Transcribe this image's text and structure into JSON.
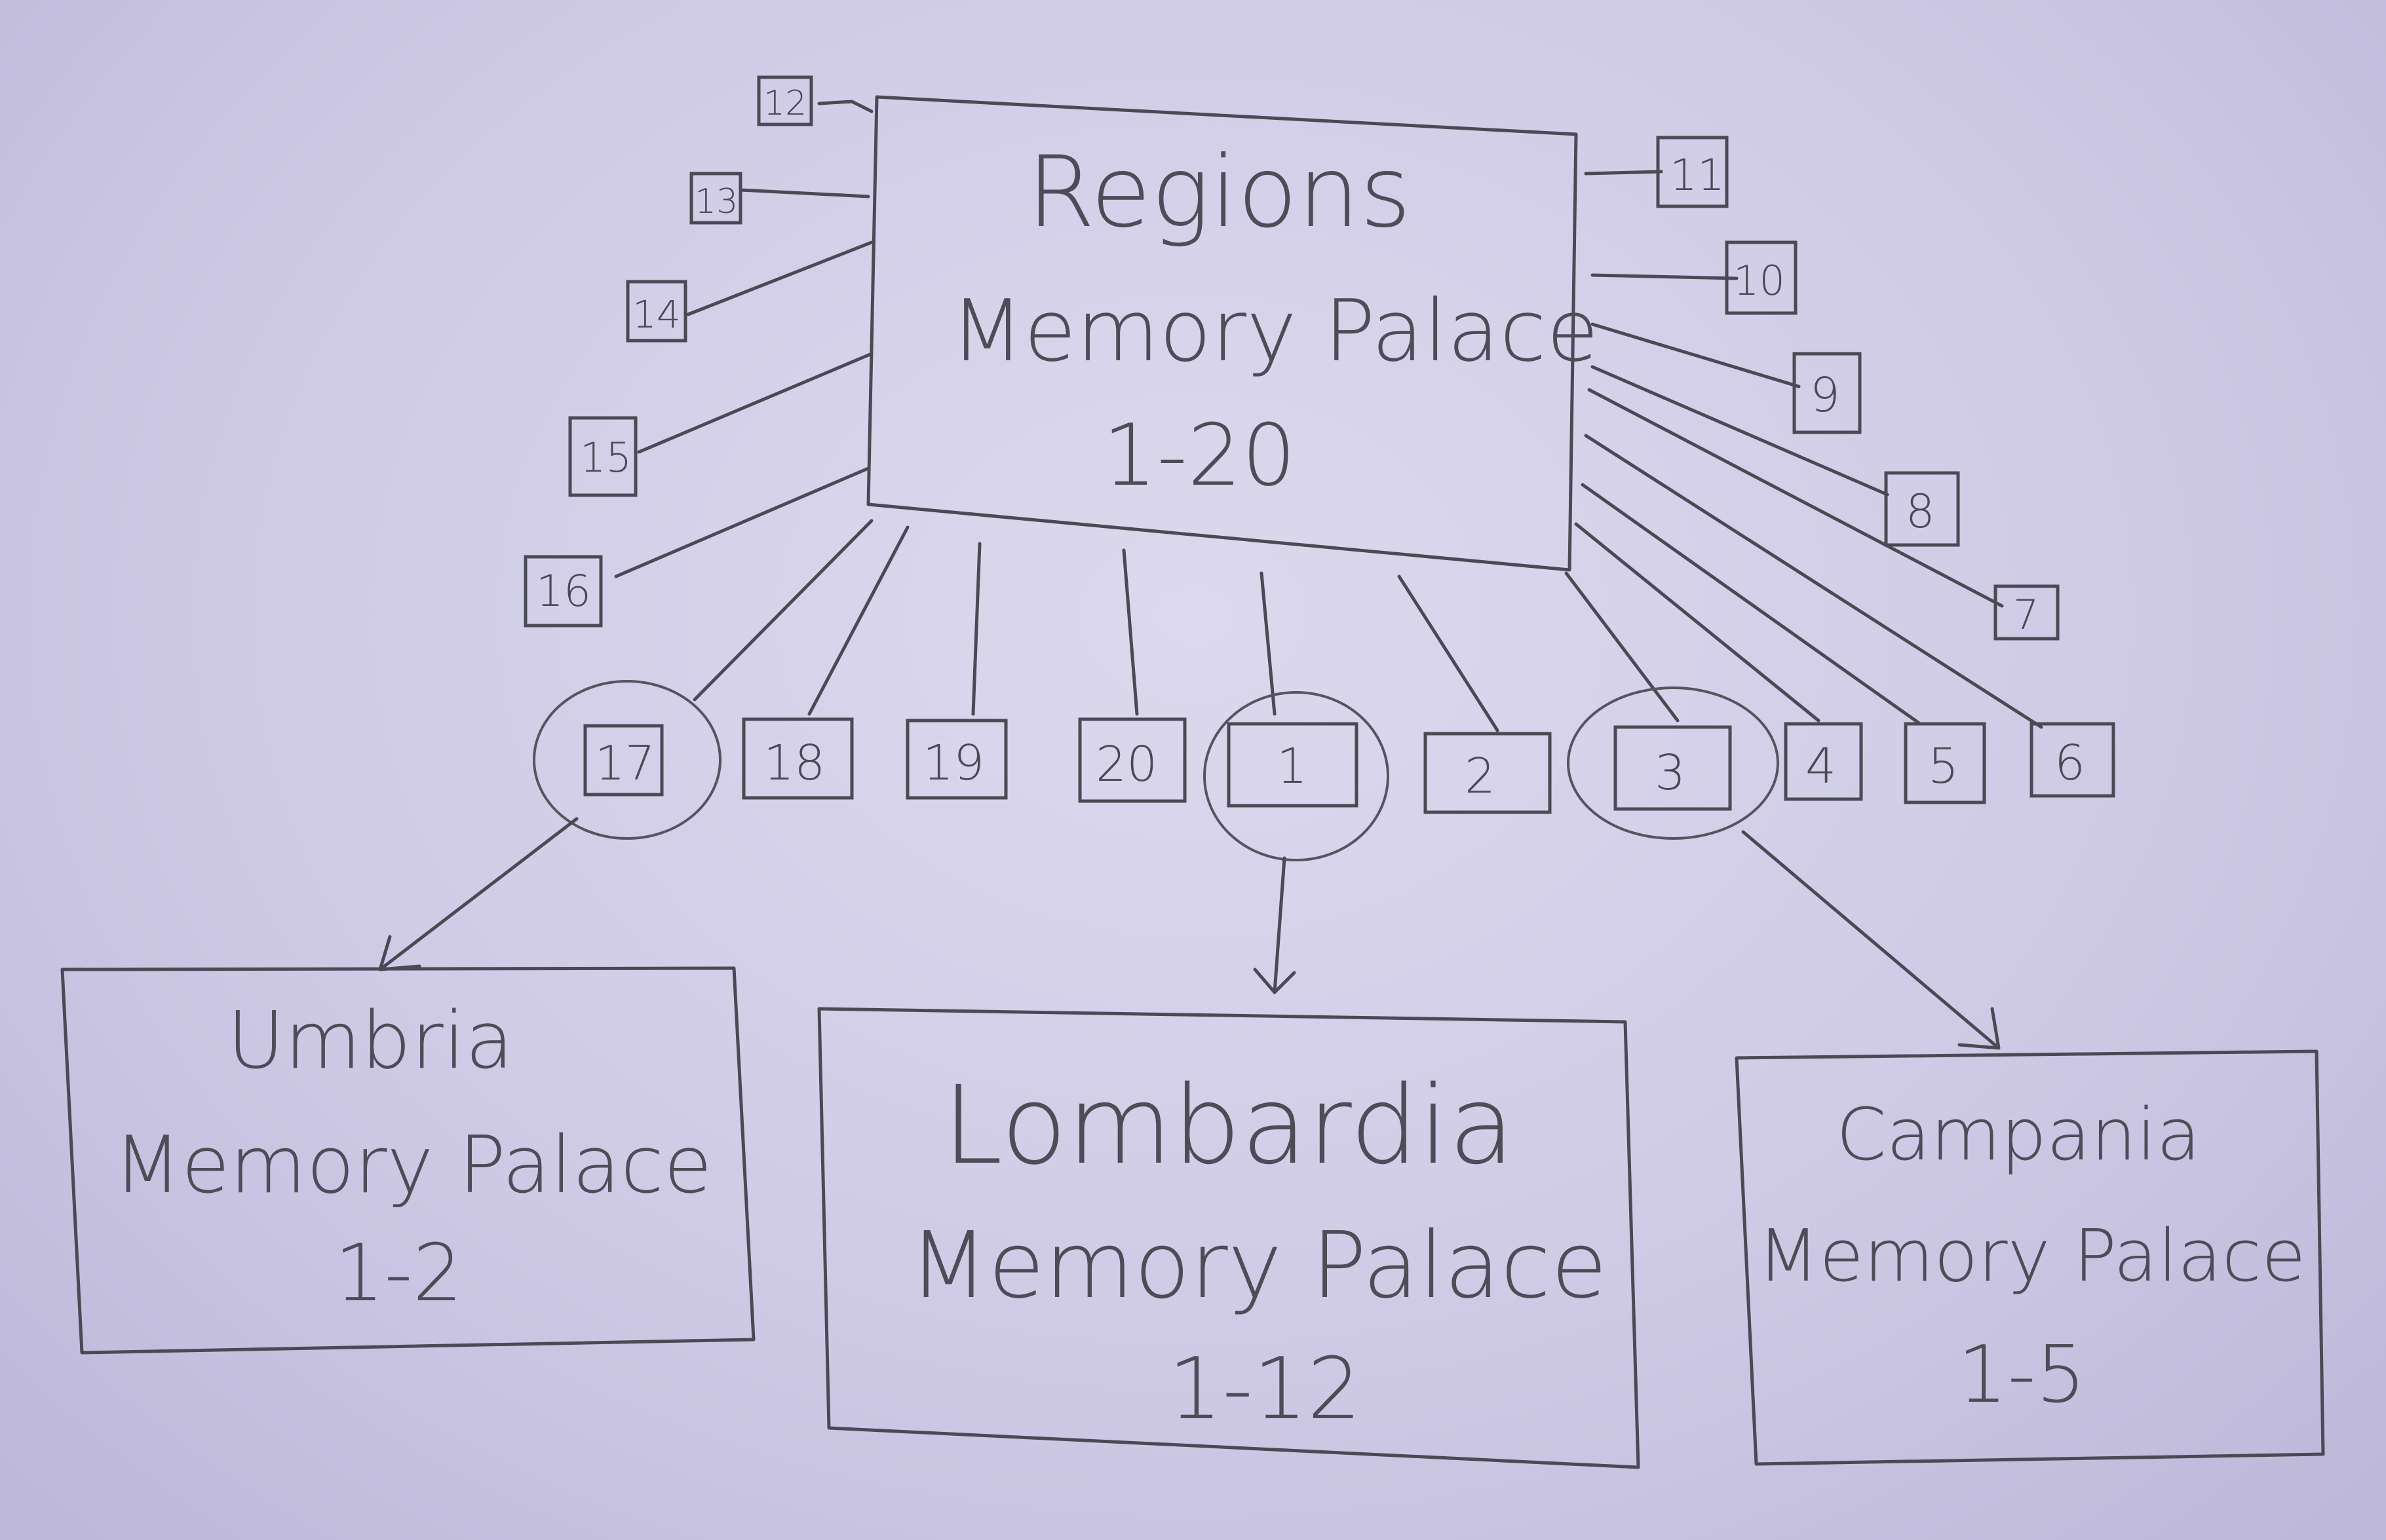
{
  "main_palace": {
    "title": "Regions",
    "subtitle": "Memory Palace",
    "range": "1-20"
  },
  "region_numbers": [
    "12",
    "13",
    "14",
    "15",
    "16",
    "11",
    "10",
    "9",
    "8",
    "7",
    "17",
    "18",
    "19",
    "20",
    "1",
    "2",
    "3",
    "4",
    "5",
    "6"
  ],
  "sub_palaces": [
    {
      "title": "Umbria",
      "subtitle": "Memory Palace",
      "range": "1-2"
    },
    {
      "title": "Lombardia",
      "subtitle": "Memory Palace",
      "range": "1-12"
    },
    {
      "title": "Campania",
      "subtitle": "Memory Palace",
      "range": "1-5"
    }
  ],
  "circled": [
    "17",
    "1",
    "3"
  ],
  "colors": {
    "paper": "#cfcbe6",
    "pencil": "#4a4a55"
  }
}
